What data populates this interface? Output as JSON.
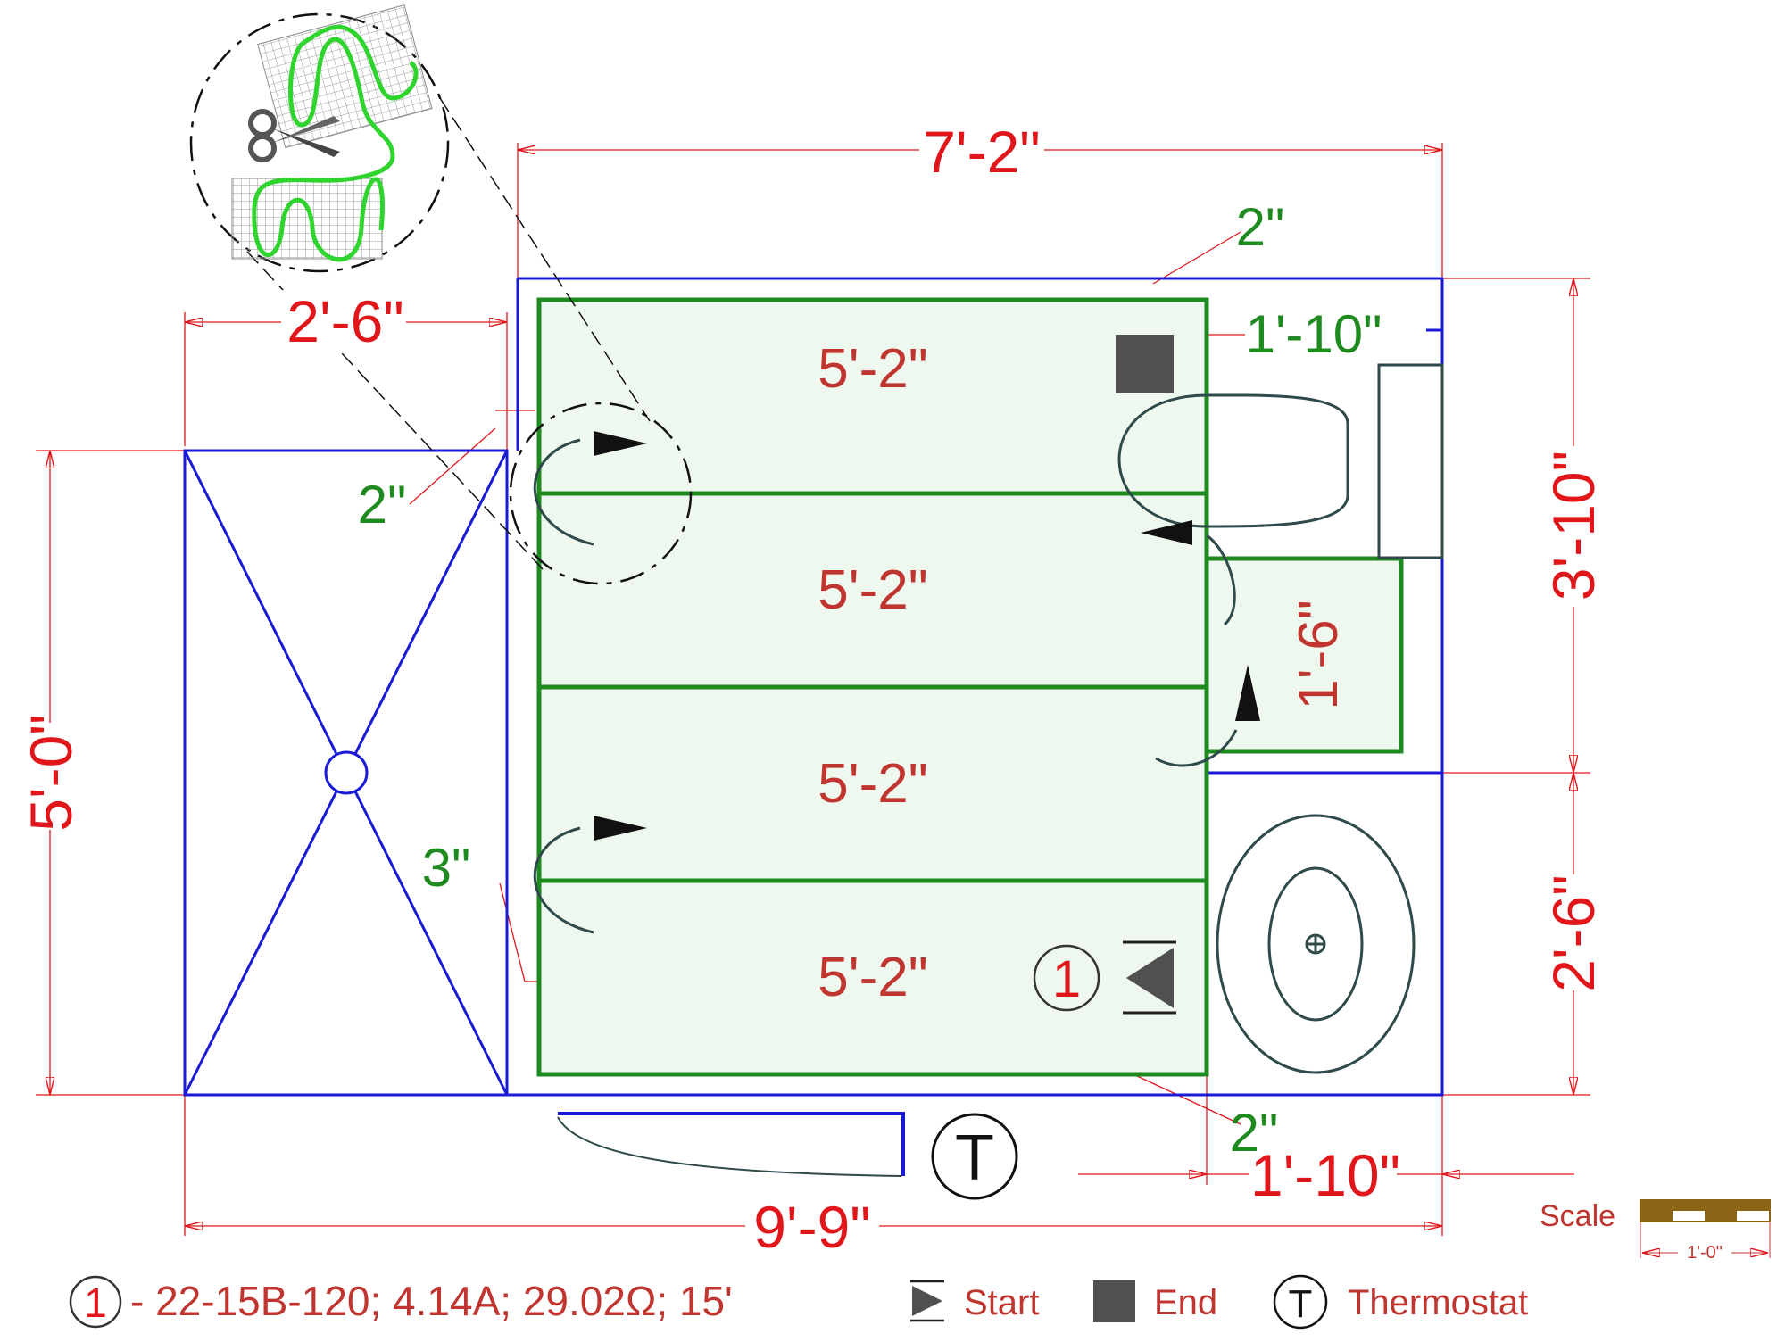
{
  "dimensions": {
    "top_width": "7'-2\"",
    "bottom_width": "9'-9\"",
    "shower_width": "2'-6\"",
    "left_height": "5'-0\"",
    "right_upper_height": "3'-10\"",
    "right_lower_height": "2'-6\"",
    "toilet_clearance_top": "1'-10\"",
    "toilet_clearance_bottom": "1'-10\""
  },
  "gaps": {
    "top_right": "2\"",
    "left_upper": "2\"",
    "left_lower": "3\"",
    "bottom": "2\""
  },
  "mat_strips": [
    "5'-2\"",
    "5'-2\"",
    "5'-2\"",
    "5'-2\""
  ],
  "side_strip": "1'-6\"",
  "circuit_marker": "1",
  "thermostat_symbol": "T",
  "legend": {
    "spec_marker": "1",
    "spec": "- 22-15B-120; 4.14A; 29.02Ω; 15'",
    "start_label": "Start",
    "end_label": "End",
    "thermostat_symbol": "T",
    "thermostat_label": "Thermostat"
  },
  "scale": {
    "label": "Scale",
    "unit": "1'-0\""
  },
  "colors": {
    "dimension_red": "#e0161b",
    "mat_green": "#1f8a1f",
    "mat_fill": "#eef8ef",
    "walls_blue": "#1a1ad6",
    "fixtures": "#2f4a4a",
    "scale_brown": "#8b6418"
  }
}
